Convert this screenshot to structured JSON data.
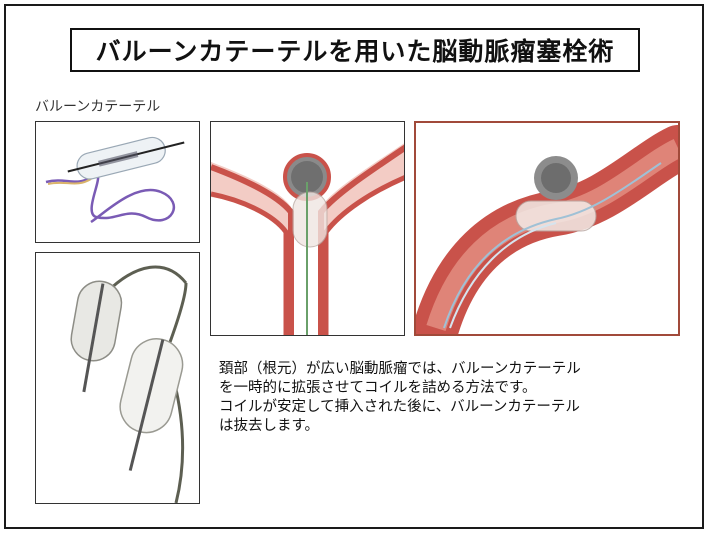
{
  "title": "バルーンカテーテルを用いた脳動脈瘤塞栓術",
  "catheter_caption": "バルーンカテーテル",
  "description": {
    "line1": "頚部（根元）が広い脳動脈瘤では、バルーンカテーテル",
    "line2": "を一時的に拡張させてコイルを詰める方法です。",
    "line3": "コイルが安定して挿入された後に、バルーンカテーテル",
    "line4": "は抜去します。"
  },
  "colors": {
    "vessel": "#c9524a",
    "vessel_light": "#e89a8c",
    "frame": "#1a1a1a",
    "accent_border": "#a14a3a"
  }
}
